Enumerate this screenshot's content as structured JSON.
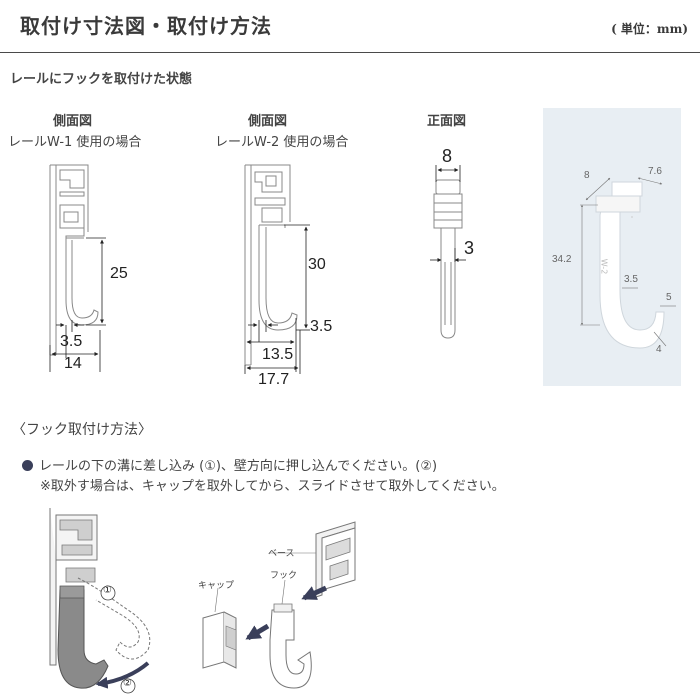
{
  "header": {
    "title": "取付け寸法図・取付け方法",
    "unit": "( 単位：mm)"
  },
  "section1": {
    "heading": "レールにフックを取付けた状態",
    "view1": {
      "title": "側面図",
      "subtitle": "レールW-1 使用の場合",
      "dims": [
        "25",
        "3.5",
        "14"
      ]
    },
    "view2": {
      "title": "側面図",
      "subtitle": "レールW-2 使用の場合",
      "dims": [
        "30",
        "3.5",
        "13.5",
        "17.7"
      ]
    },
    "view3": {
      "title": "正面図",
      "dims": [
        "8",
        "3"
      ]
    },
    "photo": {
      "dims": [
        "8",
        "7.6",
        "34.2",
        "3.5",
        "5",
        "4"
      ],
      "hook_label": "W-2"
    }
  },
  "section2": {
    "heading": "〈フック取付け方法〉",
    "step1": "レールの下の溝に差し込み (①)、壁方向に押し込んでください。(②)",
    "note": "※取外す場合は、キャップを取外してから、スライドさせて取外してください。",
    "callouts": {
      "one": "①",
      "two": "②"
    },
    "labels": {
      "base": "ベース",
      "hook": "フック",
      "cap": "キャップ"
    }
  }
}
